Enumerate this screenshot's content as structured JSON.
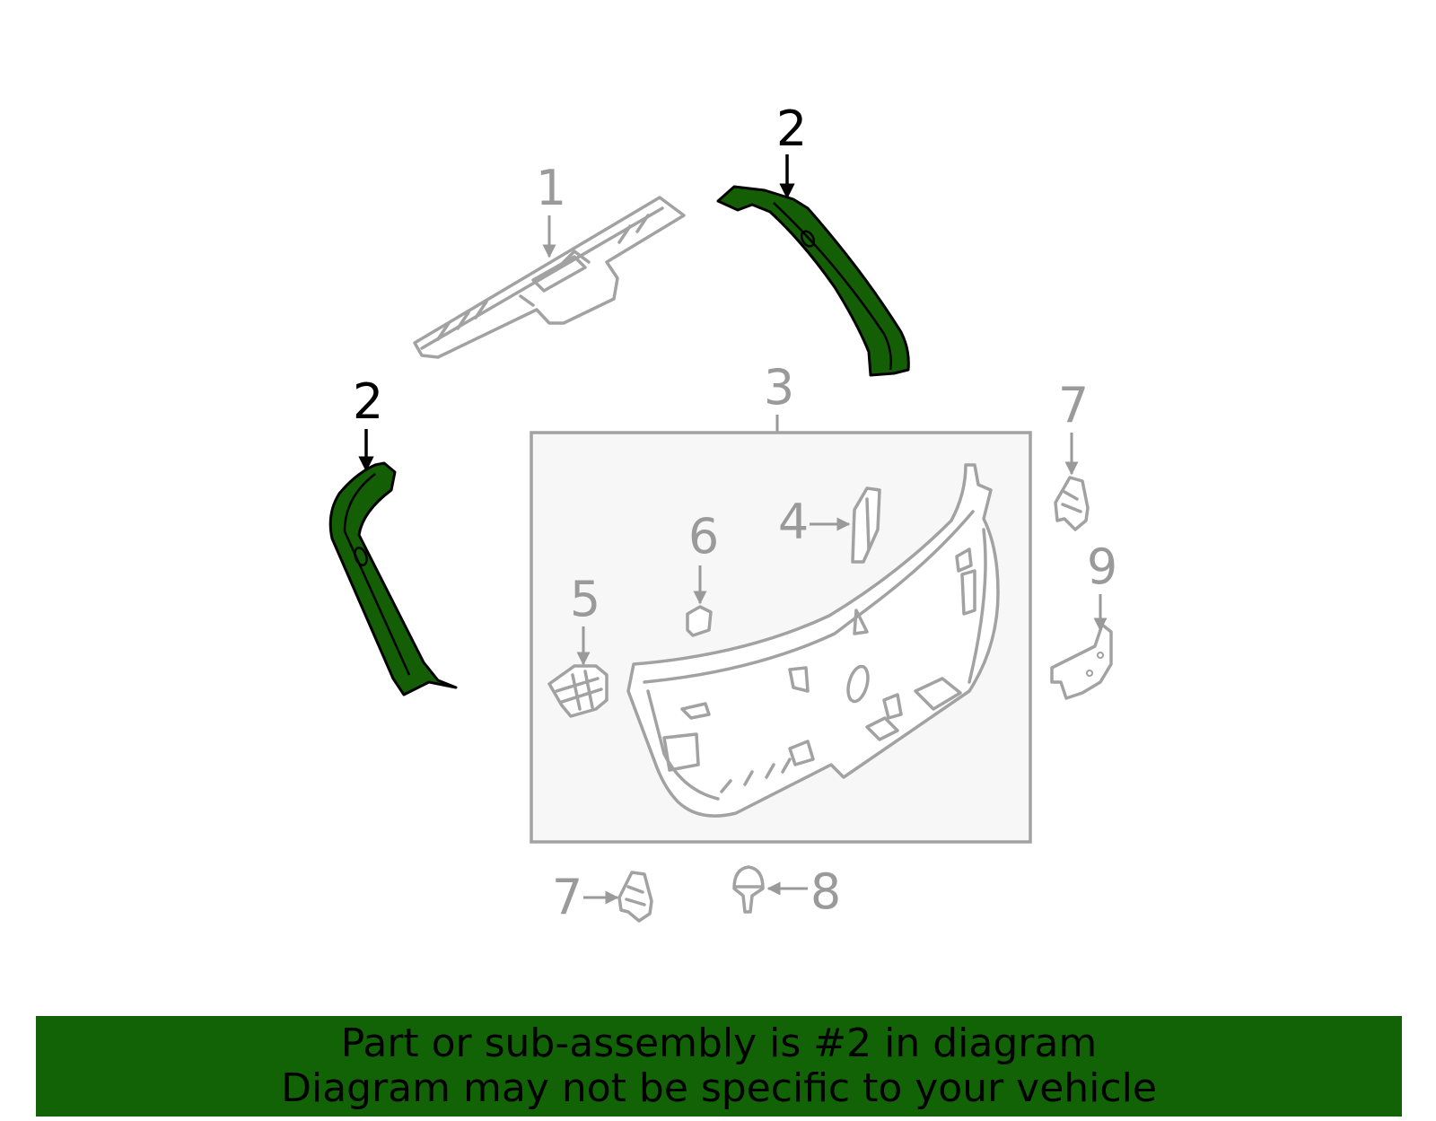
{
  "callouts": {
    "c1": "1",
    "c2_top": "2",
    "c2_left": "2",
    "c3": "3",
    "c4": "4",
    "c5": "5",
    "c6": "6",
    "c7_right": "7",
    "c7_bottom": "7",
    "c8": "8",
    "c9": "9"
  },
  "highlighted_part": "2",
  "colors": {
    "highlight": "#145e05",
    "banner": "#116306",
    "part_outline": "#a2a2a2",
    "callout_grey": "#9a9a9a",
    "inset_box": "#f7f7f7"
  },
  "banner": {
    "line1": "Part or sub-assembly is #2 in diagram",
    "line2": "Diagram may not be specific to your vehicle"
  }
}
